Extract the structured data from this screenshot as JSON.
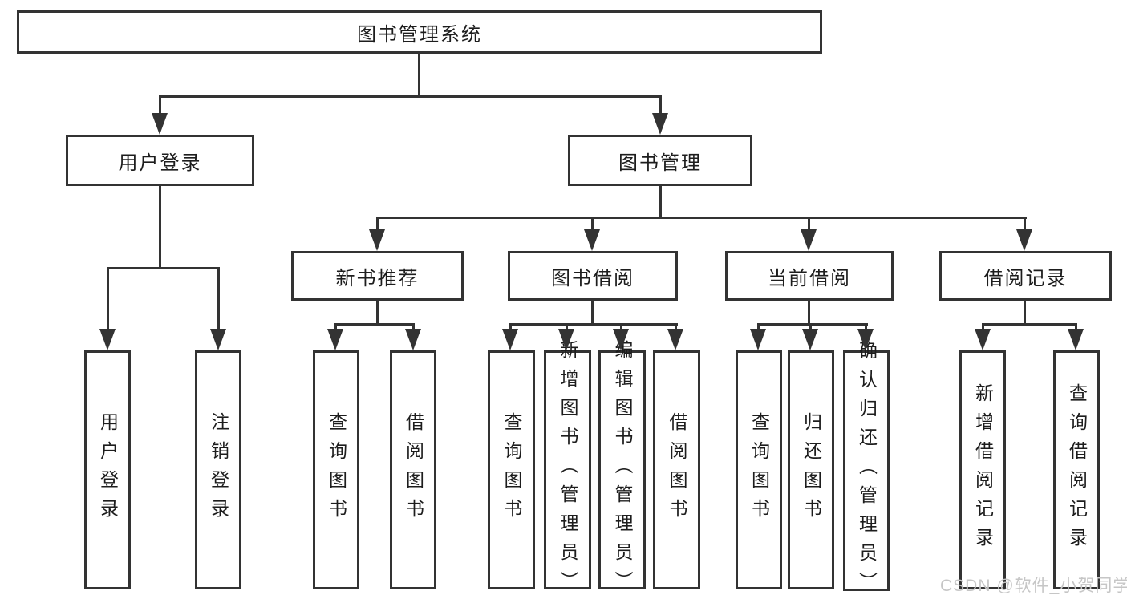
{
  "tree": {
    "root": {
      "label": "图书管理系统",
      "children": [
        {
          "label": "用户登录",
          "children": [
            {
              "label": "用户登录"
            },
            {
              "label": "注销登录"
            }
          ]
        },
        {
          "label": "图书管理",
          "children": [
            {
              "label": "新书推荐",
              "children": [
                {
                  "label": "查询图书"
                },
                {
                  "label": "借阅图书"
                }
              ]
            },
            {
              "label": "图书借阅",
              "children": [
                {
                  "label": "查询图书"
                },
                {
                  "label": "新增图书（管理员）"
                },
                {
                  "label": "编辑图书（管理员）"
                },
                {
                  "label": "借阅图书"
                }
              ]
            },
            {
              "label": "当前借阅",
              "children": [
                {
                  "label": "查询图书"
                },
                {
                  "label": "归还图书"
                },
                {
                  "label": "确认归还（管理员）"
                }
              ]
            },
            {
              "label": "借阅记录",
              "children": [
                {
                  "label": "新增借阅记录"
                },
                {
                  "label": "查询借阅记录"
                }
              ]
            }
          ]
        }
      ]
    }
  },
  "watermark": {
    "text": "CSDN @软件_小贺同学"
  },
  "colors": {
    "line": "#333333",
    "text": "#1d1d1d",
    "background": "#ffffff",
    "watermark": "#c6c6c6"
  }
}
